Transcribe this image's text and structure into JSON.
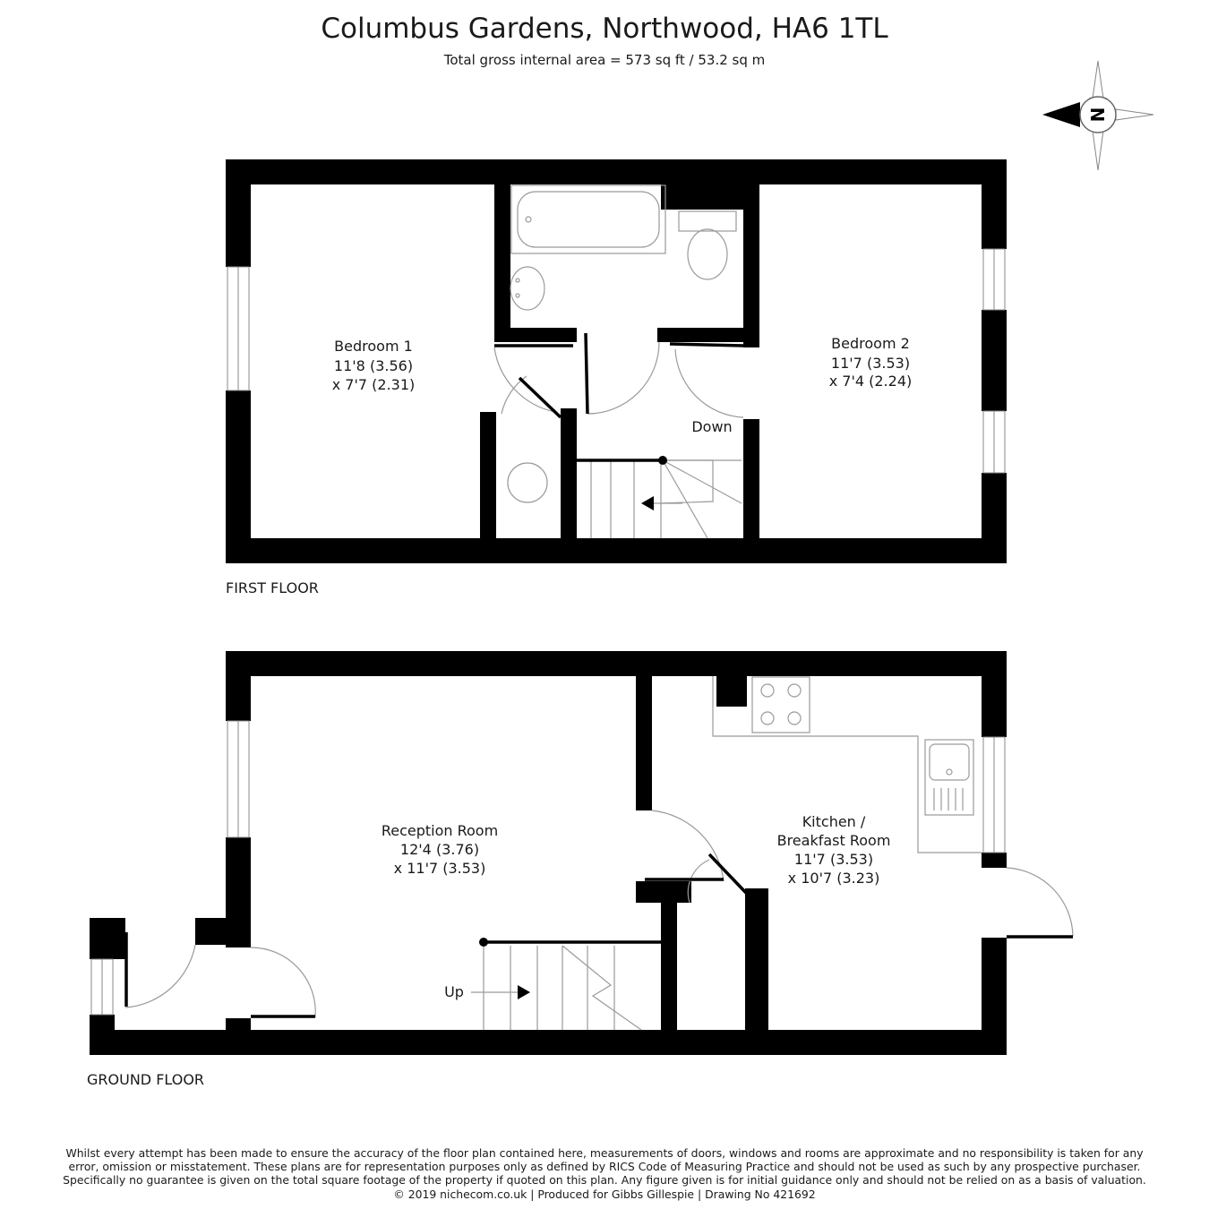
{
  "header": {
    "title": "Columbus Gardens, Northwood, HA6 1TL",
    "subtitle": "Total gross internal area =  573 sq ft / 53.2 sq m"
  },
  "compass": {
    "letter": "N"
  },
  "floors": {
    "first": {
      "label": "FIRST FLOOR",
      "bedroom1": {
        "name": "Bedroom 1",
        "dim1": "11'8 (3.56)",
        "dim2": "x 7'7 (2.31)"
      },
      "bedroom2": {
        "name": "Bedroom 2",
        "dim1": "11'7 (3.53)",
        "dim2": "x 7'4 (2.24)"
      },
      "stairs_label": "Down"
    },
    "ground": {
      "label": "GROUND FLOOR",
      "reception": {
        "name": "Reception Room",
        "dim1": "12'4 (3.76)",
        "dim2": "x 11'7 (3.53)"
      },
      "kitchen": {
        "name1": "Kitchen /",
        "name2": "Breakfast Room",
        "dim1": "11'7 (3.53)",
        "dim2": "x 10'7 (3.23)"
      },
      "stairs_label": "Up"
    }
  },
  "disclaimer": {
    "line1": "Whilst every attempt has been made to ensure the accuracy of the floor plan contained here, measurements of doors, windows and rooms are approximate and no responsibility is taken for any",
    "line2": "error, omission or misstatement. These plans are for representation purposes only as defined by RICS Code of Measuring Practice and should not be used as such by any prospective purchaser.",
    "line3": "Specifically no guarantee is given on the total square footage of the property if quoted on this plan. Any figure given is for initial guidance only and should not be relied on as a basis of valuation.",
    "line4": "© 2019 nichecom.co.uk  |  Produced for Gibbs Gillespie  |  Drawing No 421692"
  },
  "colors": {
    "wall": "#000000",
    "fixture": "#9a9a9a",
    "text": "#1a1a1a"
  }
}
